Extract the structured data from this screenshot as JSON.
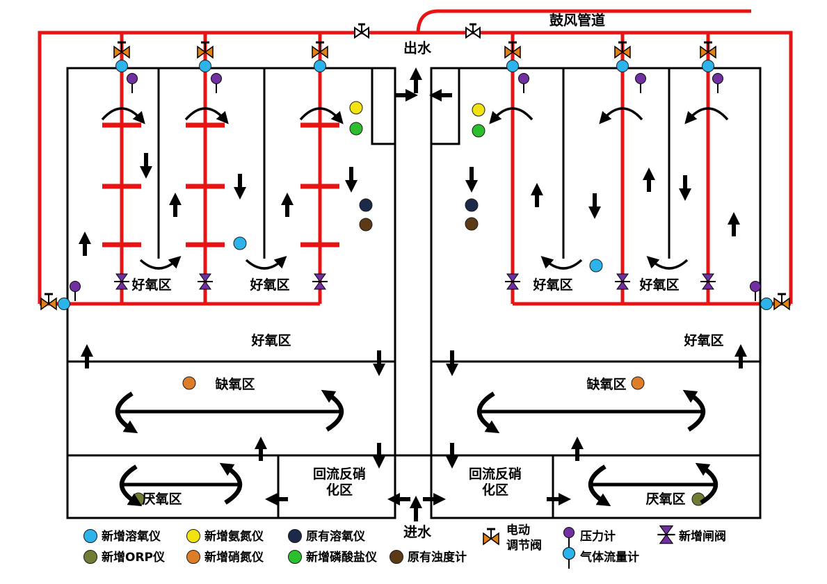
{
  "diagram": {
    "labels": {
      "blower_duct": "鼓风管道",
      "outlet": "出水",
      "inlet": "进水",
      "aerobic_zone": "好氧区",
      "anoxic_zone": "缺氧区",
      "anaerobic_zone": "厌氧区",
      "reflux_denitrification_line1": "回流反硝",
      "reflux_denitrification_line2": "化区"
    }
  },
  "legend": {
    "items": [
      {
        "icon": "cyan-dot",
        "label": "新增溶氧仪"
      },
      {
        "icon": "olive-dot",
        "label": "新增ORP仪"
      },
      {
        "icon": "yellow-dot",
        "label": "新增氨氮仪"
      },
      {
        "icon": "orange-dot",
        "label": "新增硝氮仪"
      },
      {
        "icon": "navy-dot",
        "label": "原有溶氧仪"
      },
      {
        "icon": "green-dot",
        "label": "新增磷酸盐仪"
      },
      {
        "icon": "brown-dot",
        "label": "原有浊度计"
      },
      {
        "icon": "motor-valve",
        "line1": "电动",
        "line2": "调节阀"
      },
      {
        "icon": "pressure-gauge",
        "label": "压力计"
      },
      {
        "icon": "gas-flow-meter",
        "label": "气体流量计"
      },
      {
        "icon": "gate-valve",
        "label": "新增闸阀"
      }
    ]
  },
  "colors": {
    "red": "#E81414",
    "cyan": "#2BB3EA",
    "yellow": "#F2E20F",
    "green": "#2CBE2C",
    "navy": "#1B2A49",
    "brown": "#5B3A15",
    "olive": "#6E7D33",
    "orange": "#DD7D28",
    "purple": "#7030A0",
    "vorange": "#E08214"
  }
}
